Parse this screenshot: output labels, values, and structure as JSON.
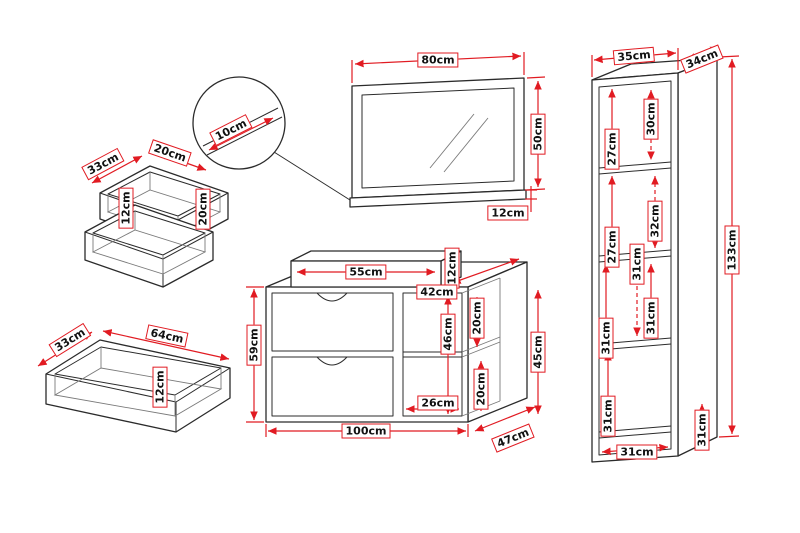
{
  "colors": {
    "dimension_red": "#e11b22",
    "outline_black": "#2b2b2b",
    "background": "#ffffff"
  },
  "mirror": {
    "width": "80cm",
    "height": "50cm",
    "shelf_depth": "12cm"
  },
  "detail_view": {
    "thickness": "10cm"
  },
  "organizer": {
    "width": "33cm",
    "depth": "20cm",
    "inner_height": "12cm",
    "compartment_depth": "20cm"
  },
  "drawer": {
    "width": "33cm",
    "length": "64cm",
    "height": "12cm"
  },
  "cabinet": {
    "shelf_width": "55cm",
    "shelf_height": "12cm",
    "top_depth": "42cm",
    "height": "59cm",
    "niche_height": "46cm",
    "niche_upper": "20cm",
    "side_height": "45cm",
    "niche_lower": "20cm",
    "niche_width": "26cm",
    "width": "100cm",
    "depth": "47cm"
  },
  "tall_cabinet": {
    "width": "35cm",
    "depth": "34cm",
    "height": "133cm",
    "shelf1_back": "30cm",
    "shelf1_front": "27cm",
    "shelf2_back": "32cm",
    "shelf2_front": "27cm",
    "shelf3_top": "31cm",
    "shelf3_back": "31cm",
    "shelf3_front": "31cm",
    "shelf4_front": "31cm",
    "base_side": "31cm",
    "base_width": "31cm"
  }
}
